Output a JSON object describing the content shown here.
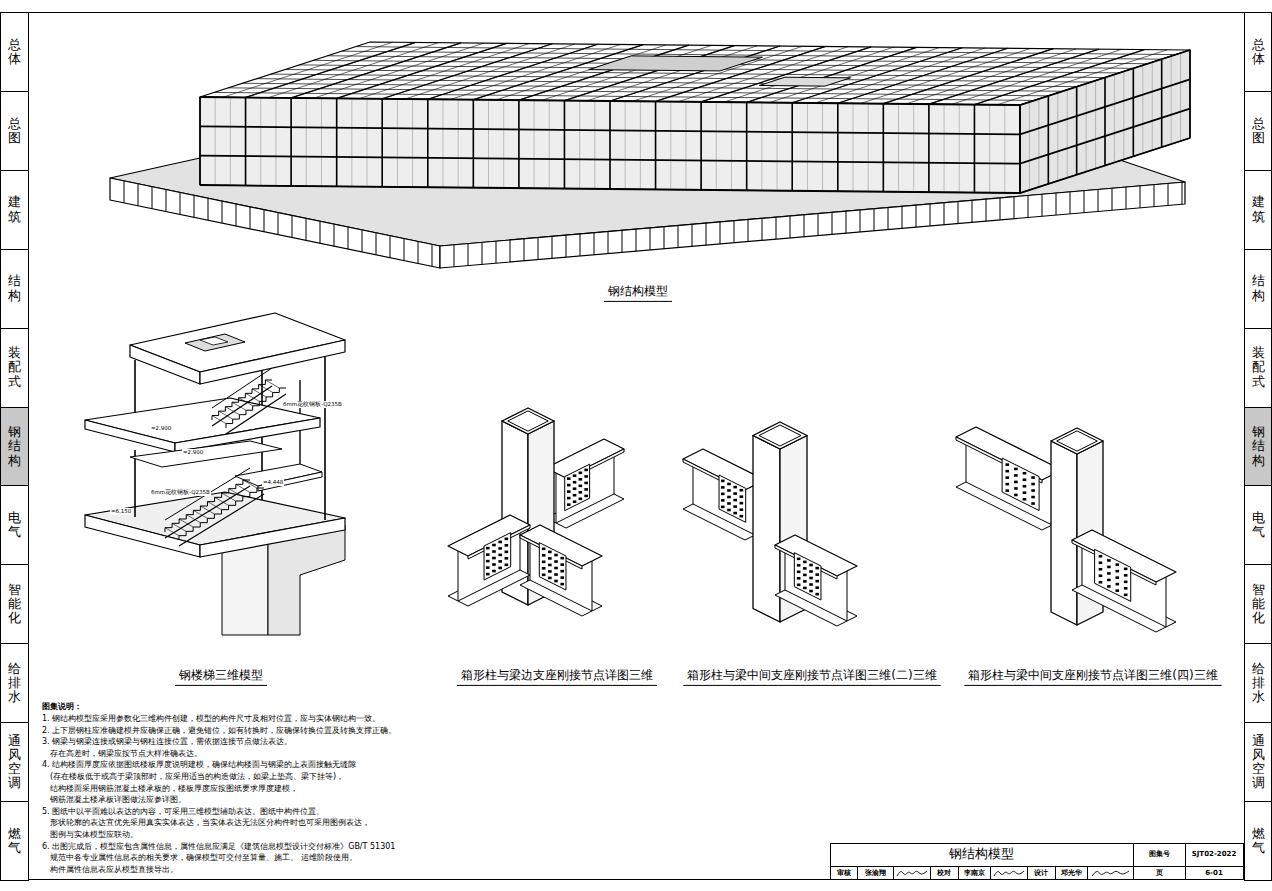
{
  "diagram": {
    "nodes": [
      {
        "text": [
          "总体"
        ]
      },
      {
        "text": [
          "总图"
        ]
      },
      {
        "text": [
          "建筑"
        ]
      },
      {
        "text": [
          "结构"
        ]
      },
      {
        "text": [
          "装配式"
        ]
      },
      {
        "text": [
          "钢结构"
        ]
      },
      {
        "text": [
          "电气"
        ]
      },
      {
        "text": [
          "智能化"
        ]
      },
      {
        "text": [
          "给排水"
        ]
      },
      {
        "text": [
          "通风空调"
        ]
      },
      {
        "text": [
          "燃气"
        ]
      },
      {
        "text": [
          "总体"
        ]
      },
      {
        "text": [
          "总图"
        ]
      },
      {
        "text": [
          "建筑"
        ]
      },
      {
        "text": [
          "结构"
        ]
      },
      {
        "text": [
          "装配式"
        ]
      },
      {
        "text": [
          "钢结构"
        ]
      },
      {
        "text": [
          "电气"
        ]
      },
      {
        "text": [
          "智能化"
        ]
      },
      {
        "text": [
          "给排水"
        ]
      },
      {
        "text": [
          "通风空调"
        ]
      },
      {
        "text": [
          "燃气"
        ]
      },
      {
        "text": [
          "钢结构模型"
        ]
      },
      {
        "text": [
          "图集号"
        ]
      },
      {
        "text": [
          "SJT02-2022"
        ]
      },
      {
        "text": [
          "审核"
        ]
      },
      {
        "text": [
          "张渝翔"
        ]
      },
      {
        "text": [
          "校对"
        ]
      },
      {
        "text": [
          "李南京"
        ]
      },
      {
        "text": [
          "设计"
        ]
      },
      {
        "text": [
          "邓光华"
        ]
      },
      {
        "text": [
          "页"
        ]
      },
      {
        "text": [
          "6-01"
        ]
      }
    ],
    "labels": [
      "钢结构模型",
      "6mm花纹钢板-Q235B",
      "=2.900",
      "=2.900",
      "=4.448",
      "6mm花纹钢板-Q235B",
      "=6.150",
      "钢楼梯三维模型",
      "箱形柱与梁边支座刚接节点详图三维",
      "箱形柱与梁中间支座刚接节点详图三维(二)三维",
      "箱形柱与梁中间支座刚接节点详图三维(四)三维",
      "图集说明：",
      "1. 钢结构模型应采用参数化三维构件创建，模型的构件尺寸及相对位置，应与实体钢结构一致。",
      "2. 上下层钢柱应准确建模并应确保正确，避免错位，如有转换时，应确保转换位置及转换支撑正确。",
      "3. 钢梁与钢梁连接或钢梁与钢柱连接位置，需依据连接节点做法表达。",
      "存在高差时，钢梁应按节点大样准确表达。",
      "4. 结构楼面厚度应依据图纸楼板厚度说明建模，确保结构楼面与钢梁的上表面接触无缝隙",
      "(存在楼板低于或高于梁顶部时，应采用适当的构造做法，如梁上垫高、梁下挂等)，",
      "结构楼面采用钢筋混凝土楼承板的，楼板厚度应按图纸要求厚度建模，",
      "钢筋混凝土楼承板详图做法应参详图。",
      "5. 图纸中以平面难以表达的内容，可采用三维模型辅助表达。图纸中构件位置、",
      "形状轮廓的表达宜优先采用真实实体表达，当实体表达无法区分构件时也可采用图例表达，",
      "图例与实体模型应联动。",
      "6. 出图完成后，模型应包含属性信息，属性信息应满足《建筑信息模型设计交付标准》GB/T 51301",
      "规范中各专业属性信息表的相关要求，确保模型可交付至算量、施工、 运维阶段使用。",
      "构件属性信息表应从模型直接导出。"
    ]
  }
}
